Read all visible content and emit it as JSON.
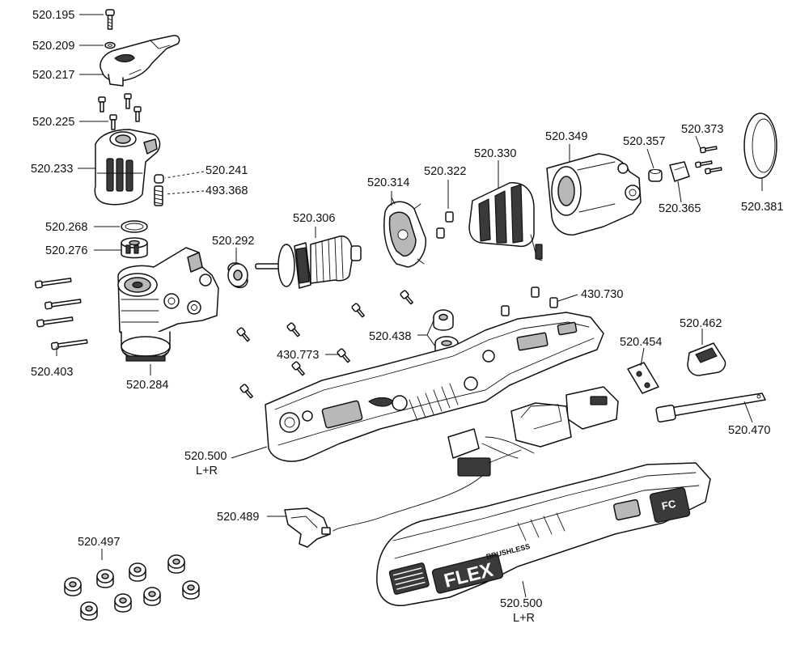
{
  "diagram": {
    "labels": [
      {
        "id": "520.195",
        "text": "520.195"
      },
      {
        "id": "520.209",
        "text": "520.209"
      },
      {
        "id": "520.217",
        "text": "520.217"
      },
      {
        "id": "520.225",
        "text": "520.225"
      },
      {
        "id": "520.233",
        "text": "520.233"
      },
      {
        "id": "520.241",
        "text": "520.241"
      },
      {
        "id": "493.368",
        "text": "493.368"
      },
      {
        "id": "520.268",
        "text": "520.268"
      },
      {
        "id": "520.276",
        "text": "520.276"
      },
      {
        "id": "520.292",
        "text": "520.292"
      },
      {
        "id": "520.306",
        "text": "520.306"
      },
      {
        "id": "520.314",
        "text": "520.314"
      },
      {
        "id": "520.322",
        "text": "520.322"
      },
      {
        "id": "520.330",
        "text": "520.330"
      },
      {
        "id": "520.349",
        "text": "520.349"
      },
      {
        "id": "520.357",
        "text": "520.357"
      },
      {
        "id": "520.373",
        "text": "520.373"
      },
      {
        "id": "520.365",
        "text": "520.365"
      },
      {
        "id": "520.381",
        "text": "520.381"
      },
      {
        "id": "520.403",
        "text": "520.403"
      },
      {
        "id": "520.284",
        "text": "520.284"
      },
      {
        "id": "430.730",
        "text": "430.730"
      },
      {
        "id": "520.438",
        "text": "520.438"
      },
      {
        "id": "430.773",
        "text": "430.773"
      },
      {
        "id": "520.454",
        "text": "520.454"
      },
      {
        "id": "520.462",
        "text": "520.462"
      },
      {
        "id": "520.470",
        "text": "520.470"
      },
      {
        "id": "520.500a",
        "text": "520.500",
        "sub": "L+R"
      },
      {
        "id": "520.489",
        "text": "520.489"
      },
      {
        "id": "520.497",
        "text": "520.497"
      },
      {
        "id": "520.500b",
        "text": "520.500",
        "sub": "L+R"
      }
    ],
    "housing_marks": {
      "brand": "FLEX",
      "badge": "BRUSHLESS",
      "battery_mark": "FC"
    }
  }
}
